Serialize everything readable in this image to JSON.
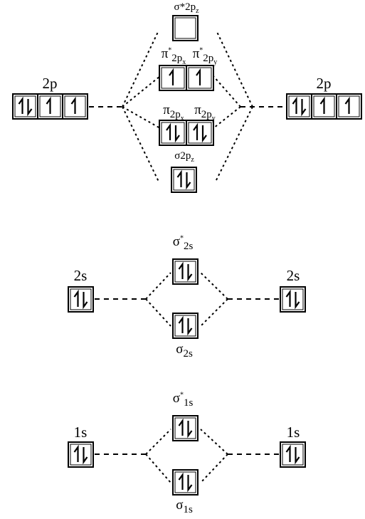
{
  "diagram": {
    "left_atom": {
      "label_2p": "2p",
      "label_2s": "2s",
      "label_1s": "1s",
      "p_orbitals": [
        "paired",
        "single",
        "single"
      ],
      "s2": "paired",
      "s1": "paired"
    },
    "right_atom": {
      "label_2p": "2p",
      "label_2s": "2s",
      "label_1s": "1s",
      "p_orbitals": [
        "paired",
        "single",
        "single"
      ],
      "s2": "paired",
      "s1": "paired"
    },
    "molecular_orbitals": {
      "sigma_star_2pz": {
        "sym": "σ*",
        "base": "2p",
        "sub": "z",
        "occupancy": [
          "empty"
        ]
      },
      "pi_star_2p": {
        "x": {
          "sym": "π",
          "sup": "*",
          "base": "2p",
          "sub": "x"
        },
        "y": {
          "sym": "π",
          "sup": "*",
          "base": "2p",
          "sub": "y"
        },
        "occupancy": [
          "single",
          "single"
        ]
      },
      "pi_2p": {
        "x": {
          "sym": "π",
          "base": "2p",
          "sub": "x"
        },
        "y": {
          "sym": "π",
          "base": "2p",
          "sub": "y"
        },
        "occupancy": [
          "paired",
          "paired"
        ]
      },
      "sigma_2pz": {
        "sym": "σ",
        "base": "2p",
        "sub": "z",
        "occupancy": [
          "paired"
        ]
      },
      "sigma_star_2s": {
        "sym": "σ",
        "sup": "*",
        "sub": "2s",
        "occupancy": [
          "paired"
        ]
      },
      "sigma_2s": {
        "sym": "σ",
        "sub": "2s",
        "occupancy": [
          "paired"
        ]
      },
      "sigma_star_1s": {
        "sym": "σ",
        "sup": "*",
        "sub": "1s",
        "occupancy": [
          "paired"
        ]
      },
      "sigma_1s": {
        "sym": "σ",
        "sub": "1s",
        "occupancy": [
          "paired"
        ]
      }
    }
  }
}
